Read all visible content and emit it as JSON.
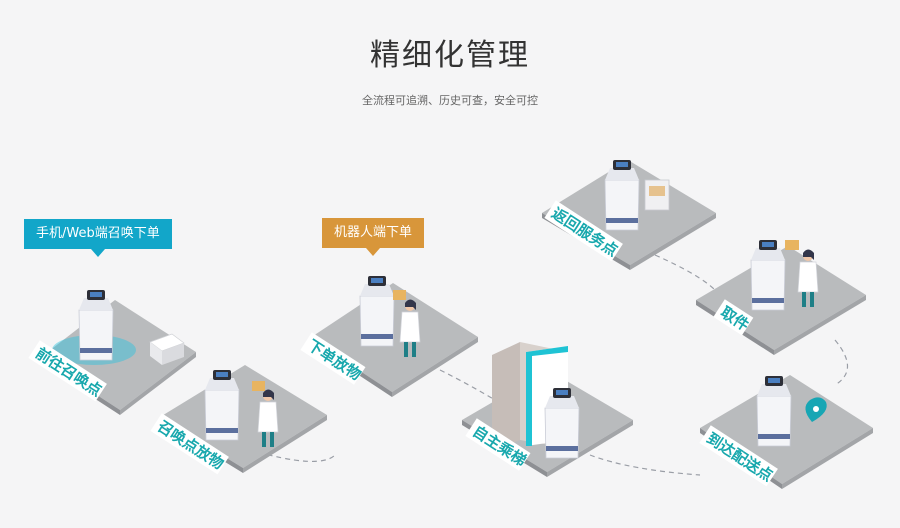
{
  "header": {
    "title": "精细化管理",
    "subtitle": "全流程可追溯、历史可查，安全可控"
  },
  "callouts": {
    "phone_web": "手机/Web端召唤下单",
    "robot_terminal": "机器人端下单"
  },
  "steps": [
    {
      "label": "前往召唤点"
    },
    {
      "label": "召唤点放物"
    },
    {
      "label": "下单放物"
    },
    {
      "label": "自主乘梯"
    },
    {
      "label": "返回服务点"
    },
    {
      "label": "取件"
    },
    {
      "label": "到达配送点"
    }
  ],
  "colors": {
    "accent_teal": "#12a6c9",
    "accent_orange": "#d8963a",
    "label_teal": "#18a8ad",
    "platform_gray": "#b9bbbd"
  }
}
